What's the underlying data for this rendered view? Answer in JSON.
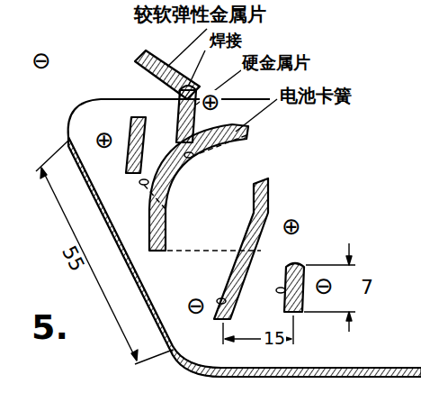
{
  "diagram": {
    "labels": [
      "较软弹性金属片",
      "焊接",
      "硬金属片",
      "电池卡簧",
      "⊖",
      "⊕",
      "⊕",
      "⊕",
      "⊖",
      "⊖",
      "55",
      "7",
      "15",
      "5."
    ]
  }
}
